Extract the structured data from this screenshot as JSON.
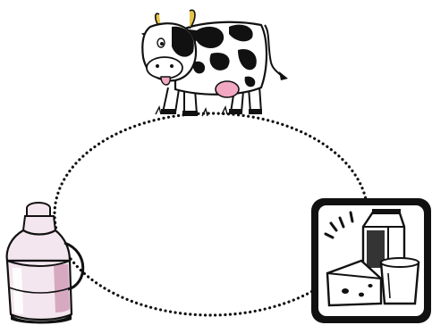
{
  "diagram": {
    "type": "cycle",
    "stages": [
      {
        "id": "cow",
        "icon": "cow-icon"
      },
      {
        "id": "dairy-products",
        "icon": "dairy-products-icon"
      },
      {
        "id": "milk-churn",
        "icon": "milk-churn-icon"
      }
    ],
    "connector_style": "dotted",
    "colors": {
      "background": "#ffffff",
      "outline": "#111111",
      "cow_spot": "#111111",
      "udder_pink": "#f2a7c2",
      "horn": "#e6c34a",
      "churn_fill": "#f4e6ee",
      "churn_shadow": "#c98fae"
    }
  }
}
